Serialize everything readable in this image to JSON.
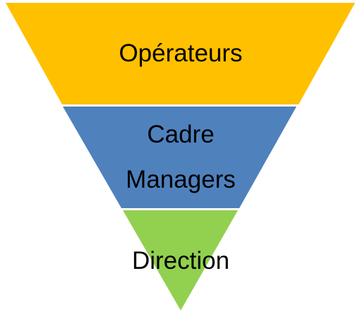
{
  "diagram": {
    "type": "inverted-pyramid",
    "tiers": [
      {
        "id": "operateurs",
        "lines": [
          "Opérateurs"
        ],
        "color": "#FFC000"
      },
      {
        "id": "cadre-managers",
        "lines": [
          "Cadre",
          "Managers"
        ],
        "color": "#4F81BD"
      },
      {
        "id": "direction",
        "lines": [
          "Direction"
        ],
        "color": "#92D050"
      }
    ]
  }
}
